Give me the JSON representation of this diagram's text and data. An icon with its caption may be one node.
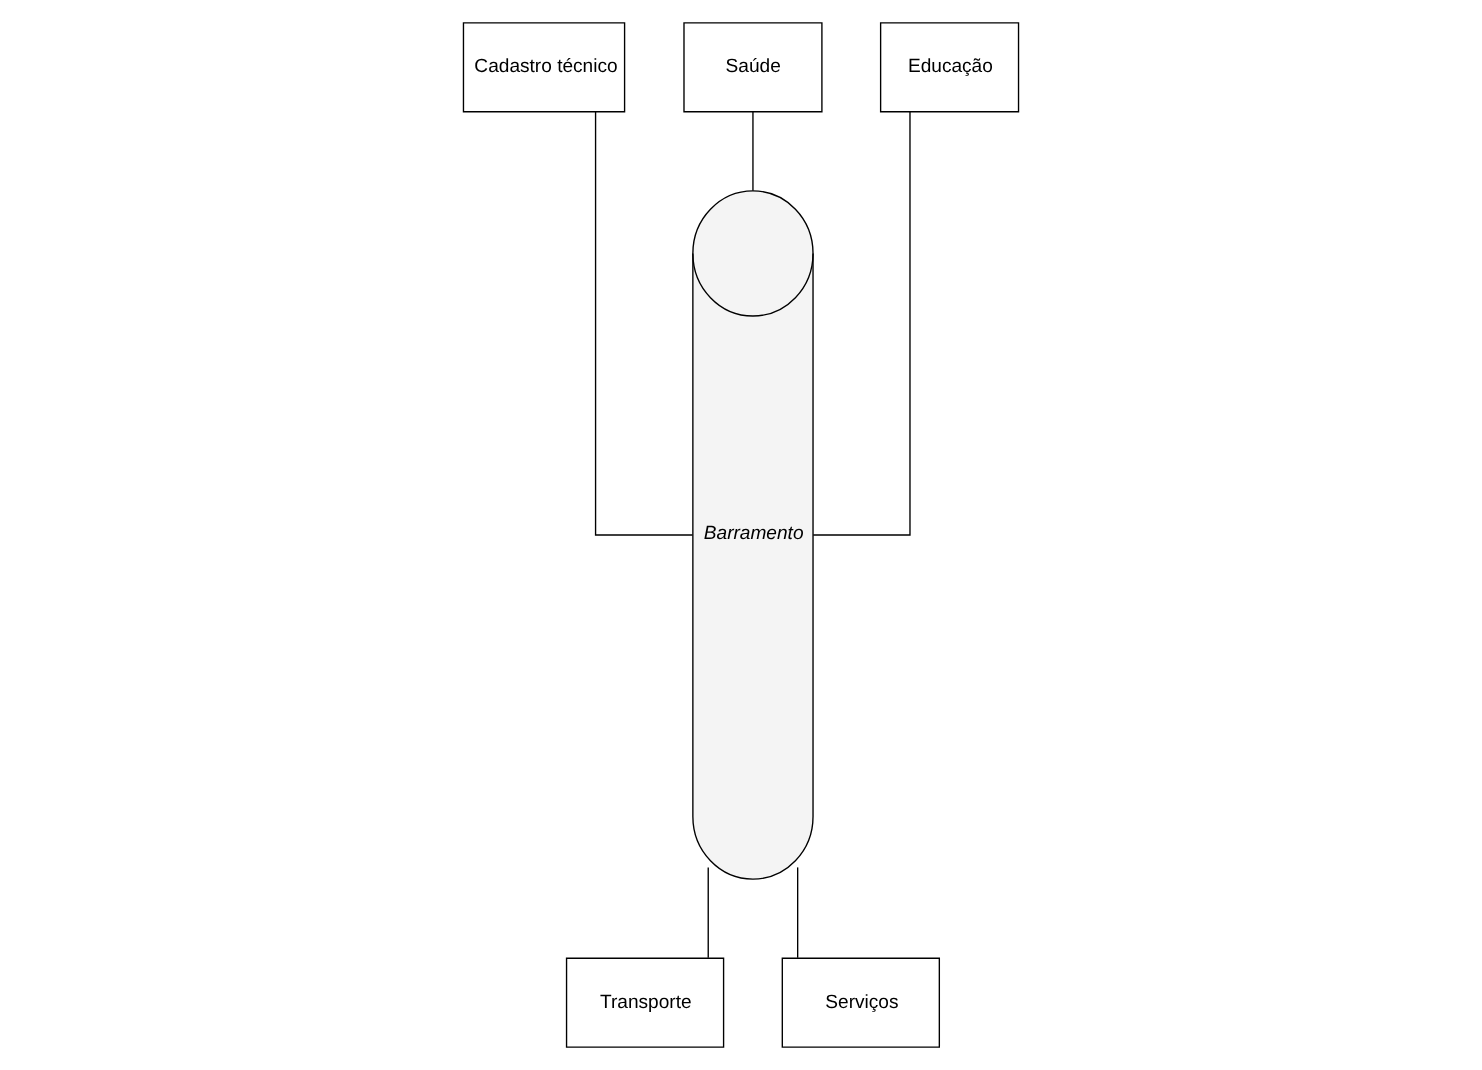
{
  "diagram": {
    "nodes": [
      {
        "text": [
          "Cadastro técnico"
        ]
      },
      {
        "text": [
          "Saúde"
        ]
      },
      {
        "text": [
          "Educação"
        ]
      },
      {
        "text": [
          "Barramento"
        ]
      },
      {
        "text": [
          "Transporte"
        ]
      },
      {
        "text": [
          "Serviços"
        ]
      }
    ],
    "edges": [
      {
        "from": 0,
        "to": 3,
        "arrow": "none"
      },
      {
        "from": 1,
        "to": 3,
        "arrow": "none"
      },
      {
        "from": 2,
        "to": 3,
        "arrow": "none"
      },
      {
        "from": 3,
        "to": 4,
        "arrow": "none"
      },
      {
        "from": 3,
        "to": 5,
        "arrow": "none"
      }
    ]
  }
}
